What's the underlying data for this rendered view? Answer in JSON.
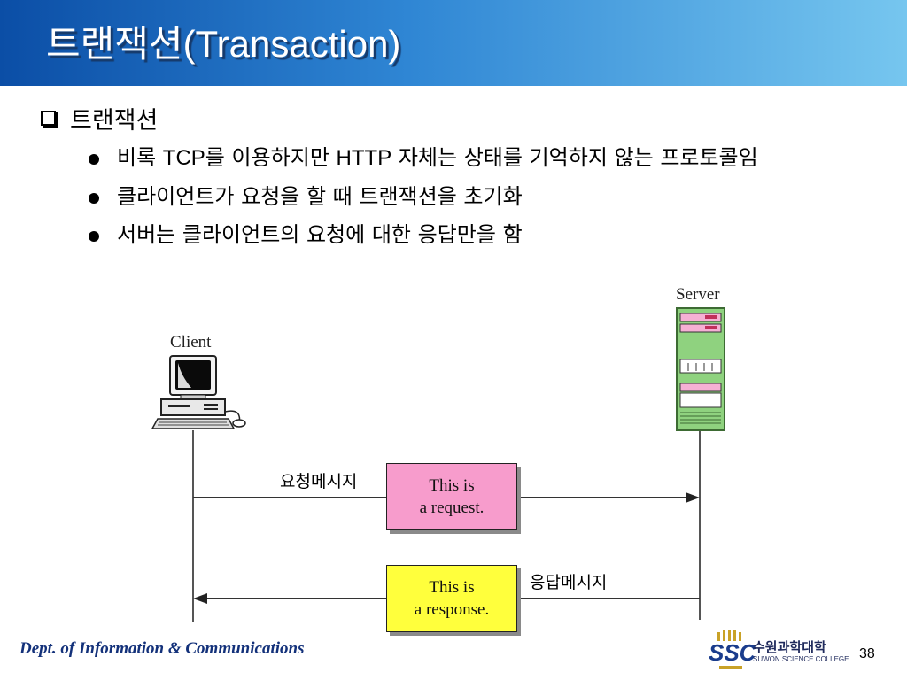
{
  "title": {
    "korean": "트랜잭션",
    "latin": "(Transaction)"
  },
  "heading": "트랜잭션",
  "bullets": [
    {
      "pre": "비록 ",
      "latin1": "TCP",
      "mid": "를 이용하지만 ",
      "latin2": "HTTP",
      "post": " 자체는 상태를 기억하지 않는 프로토콜임"
    },
    {
      "text": "클라이언트가 요청을 할 때 트랜잭션을 초기화"
    },
    {
      "text": "서버는 클라이언트의 요청에 대한 응답만을 함"
    }
  ],
  "diagram": {
    "client_label": "Client",
    "server_label": "Server",
    "request_label": "요청메시지",
    "request_box": {
      "line1": "This is",
      "line2": "a request."
    },
    "response_label": "응답메시지",
    "response_box": {
      "line1": "This is",
      "line2": "a response."
    },
    "colors": {
      "request_box": "#f79ccc",
      "response_box": "#ffff3c",
      "server_body": "#8fd27f"
    }
  },
  "footer": {
    "dept": "Dept. of  Information & Communications",
    "logo": {
      "short": "SSC",
      "korean": "수원과학대학",
      "english": "SUWON SCIENCE COLLEGE"
    },
    "page_number": "38"
  }
}
